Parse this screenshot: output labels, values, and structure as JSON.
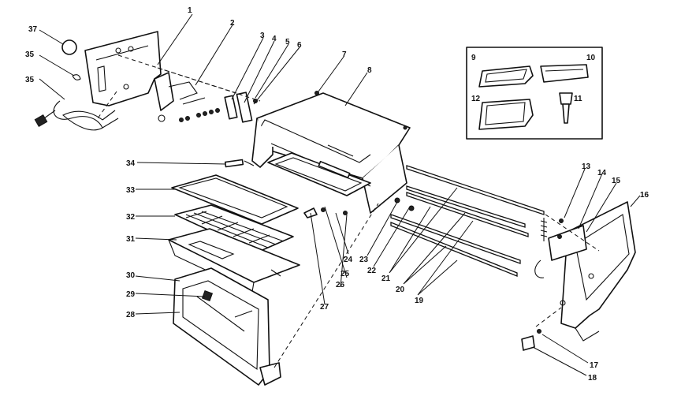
{
  "callouts": {
    "p1": "1",
    "p2": "2",
    "p3": "3",
    "p4": "4",
    "p5": "5",
    "p6": "6",
    "p7": "7",
    "p8": "8",
    "p9": "9",
    "p10": "10",
    "p11": "11",
    "p12": "12",
    "p13": "13",
    "p14": "14",
    "p15": "15",
    "p16": "16",
    "p17": "17",
    "p18": "18",
    "p19": "19",
    "p20": "20",
    "p21": "21",
    "p22": "22",
    "p23": "23",
    "p24": "24",
    "p25": "25",
    "p26": "26",
    "p27": "27",
    "p28": "28",
    "p29": "29",
    "p30": "30",
    "p31": "31",
    "p32": "32",
    "p33": "33",
    "p34": "34",
    "p35a": "35",
    "p35b": "35",
    "p37": "37"
  }
}
